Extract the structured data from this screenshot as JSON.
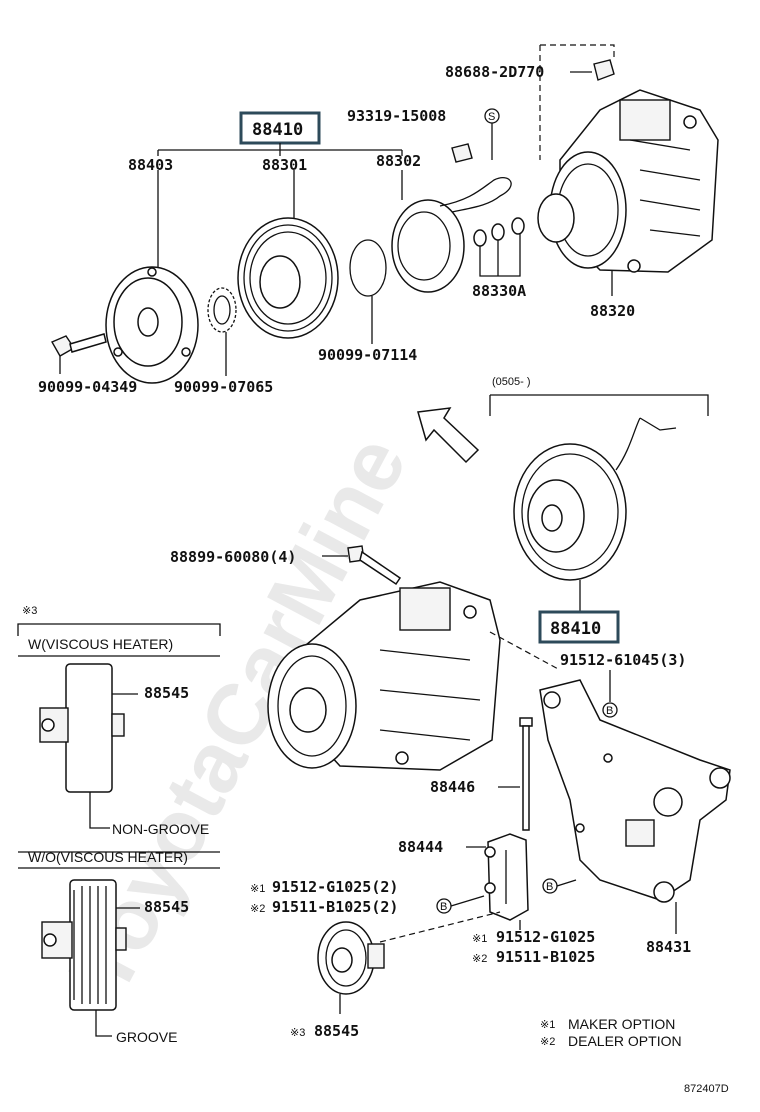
{
  "watermark": "ToyotaCarMine",
  "parts": {
    "top_set": "88410",
    "pressure_plate": "88403",
    "pulley": "88301",
    "stator": "88302",
    "bolt_small": "93319-15008",
    "bracket_small": "88688-2D770",
    "shims": "88330A",
    "compressor": "88320",
    "snap_ring_a": "90099-07114",
    "bolt_center": "90099-04349",
    "snap_ring_b": "90099-07065",
    "bolt_long": "88899-60080(4)",
    "clutch_set": "88410",
    "bolt_bracket": "91512-61045(3)",
    "idler_bolt": "88446",
    "idler_bracket": "88444",
    "bracket": "88431",
    "idler_pulley": "88545",
    "viscous_pulley": "88545",
    "groove_pulley": "88545"
  },
  "fasteners": {
    "opt1_a": "91512-G1025(2)",
    "opt2_a": "91511-B1025(2)",
    "opt1_b": "91512-G1025",
    "opt2_b": "91511-B1025"
  },
  "marks": {
    "s": "S",
    "b": "B",
    "opt1": "※1",
    "opt2": "※2",
    "opt3": "※3"
  },
  "labels": {
    "date_range": "(0505-        )",
    "w_heater": "W(VISCOUS HEATER)",
    "wo_heater": "W/O(VISCOUS HEATER)",
    "non_groove": "NON-GROOVE",
    "groove": "GROOVE",
    "maker_option": "MAKER OPTION",
    "dealer_option": "DEALER OPTION",
    "figure_id": "872407D"
  }
}
